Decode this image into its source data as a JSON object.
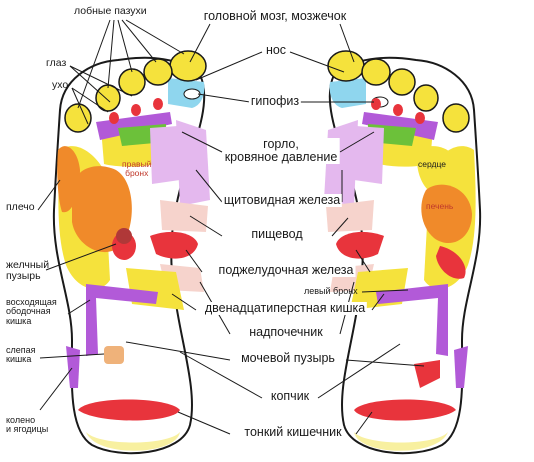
{
  "labels": {
    "frontal_sinuses": "лобные пазухи",
    "eye": "глаз",
    "ear": "ухо",
    "brain_cerebellum": "головной мозг, мозжечок",
    "nose": "нос",
    "pituitary": "гипофиз",
    "throat_bp": "горло,\nкровяное давление",
    "right_bronchus": "правый\nбронх",
    "heart": "сердце",
    "shoulder": "плечо",
    "thyroid": "щитовидная железа",
    "liver": "печень",
    "esophagus": "пищевод",
    "gallbladder": "желчный\nпузырь",
    "pancreas": "поджелудочная железа",
    "ascending_colon": "восходящая\nободочная\nкишка",
    "left_bronchus": "левый бронх",
    "duodenum": "двенадцатиперстная кишка",
    "cecum": "слепая\nкишка",
    "adrenal": "надпочечник",
    "bladder": "мочевой пузырь",
    "coccyx": "копчик",
    "knee_buttocks": "колено\nи ягодицы",
    "small_intestine": "тонкий кишечник"
  },
  "colors": {
    "outline": "#1a1a1a",
    "yellow": "#f5e23c",
    "orange": "#f08a2a",
    "red": "#e8343c",
    "violet": "#b25ad8",
    "lilac": "#e4b8ee",
    "pink": "#f6d3cc",
    "cyan": "#8fd6ee",
    "green": "#6cc13a",
    "light_yellow": "#f8f0a0",
    "tan": "#efb27a"
  }
}
